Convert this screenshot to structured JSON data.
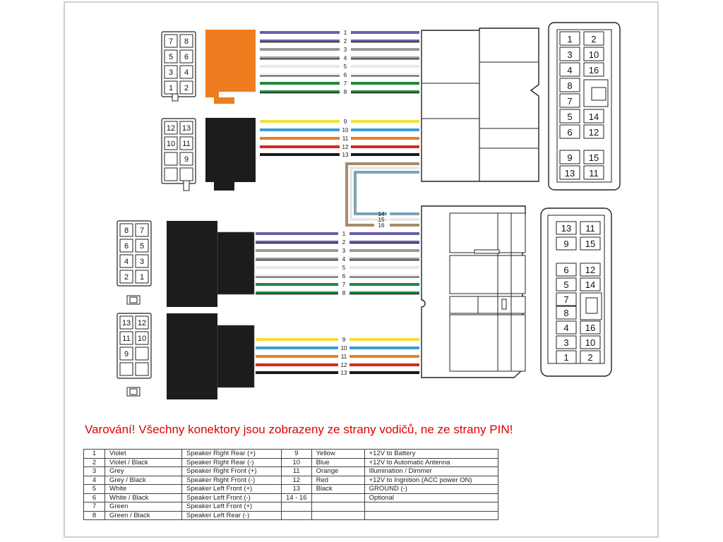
{
  "warning": "Varování! Všechny konektory jsou zobrazeny ze strany vodičů, ne ze strany PIN!",
  "colors": {
    "violet": "#6a5fa8",
    "grey": "#9a9a9a",
    "white": "#e8e8e8",
    "green": "#1e8a3c",
    "yellow": "#f5e03a",
    "blue": "#3a9ad9",
    "orange": "#ee7d1f",
    "red": "#d9281e",
    "black": "#1a1a1a",
    "brown": "#a88a6a",
    "steel": "#7ca3b8",
    "warning": "#e00000"
  },
  "connectors": {
    "iso_a_top": [
      [
        "7",
        "8"
      ],
      [
        "5",
        "6"
      ],
      [
        "3",
        "4"
      ],
      [
        "1",
        "2"
      ]
    ],
    "iso_b_top": [
      [
        "12",
        "13"
      ],
      [
        "10",
        "11"
      ],
      [
        "",
        "9"
      ],
      [
        "",
        ""
      ]
    ],
    "iso_a_bot": [
      [
        "8",
        "7"
      ],
      [
        "6",
        "5"
      ],
      [
        "4",
        "3"
      ],
      [
        "2",
        "1"
      ]
    ],
    "iso_b_bot": [
      [
        "13",
        "12"
      ],
      [
        "11",
        "10"
      ],
      [
        "9",
        ""
      ],
      [
        "",
        ""
      ]
    ],
    "radio_top": [
      [
        "1",
        "2"
      ],
      [
        "3",
        "10"
      ],
      [
        "4",
        "16"
      ],
      [
        "8",
        ""
      ],
      [
        "7",
        ""
      ],
      [
        "5",
        "14"
      ],
      [
        "6",
        "12"
      ],
      [
        "",
        ""
      ],
      [
        "9",
        "15"
      ],
      [
        "13",
        "11"
      ]
    ],
    "radio_bot": [
      [
        "13",
        "11"
      ],
      [
        "9",
        "15"
      ],
      [
        "",
        ""
      ],
      [
        "6",
        "12"
      ],
      [
        "5",
        "14"
      ],
      [
        "7",
        ""
      ],
      [
        "8",
        ""
      ],
      [
        "4",
        "16"
      ],
      [
        "3",
        "10"
      ],
      [
        "1",
        "2"
      ]
    ]
  },
  "wires_top": [
    "1",
    "2",
    "3",
    "4",
    "5",
    "6",
    "7",
    "8"
  ],
  "wires_top2": [
    "9",
    "10",
    "11",
    "12",
    "13"
  ],
  "wires_mid": [
    "14",
    "15",
    "16"
  ],
  "wires_bot": [
    "1",
    "2",
    "3",
    "4",
    "5",
    "6",
    "7",
    "8"
  ],
  "wires_bot2": [
    "9",
    "10",
    "11",
    "12",
    "13"
  ],
  "legend": [
    {
      "n1": "1",
      "c1": "Violet",
      "f1": "Speaker Right Rear (+)",
      "n2": "9",
      "c2": "Yellow",
      "f2": "+12V to Battery"
    },
    {
      "n1": "2",
      "c1": "Violet / Black",
      "f1": "Speaker Right Rear (-)",
      "n2": "10",
      "c2": "Blue",
      "f2": "+12V to Automatic Antenna"
    },
    {
      "n1": "3",
      "c1": "Grey",
      "f1": "Speaker Right Front (+)",
      "n2": "11",
      "c2": "Orange",
      "f2": "Illumination / Dimmer"
    },
    {
      "n1": "4",
      "c1": "Grey / Black",
      "f1": "Speaker Right Front (-)",
      "n2": "12",
      "c2": "Red",
      "f2": "+12V to Ingnition (ACC power ON)"
    },
    {
      "n1": "5",
      "c1": "White",
      "f1": "Speaker Left Front (+)",
      "n2": "13",
      "c2": "Black",
      "f2": "GROUND (-)"
    },
    {
      "n1": "6",
      "c1": "White / Black",
      "f1": "Speaker Left Front (-)",
      "n2": "14 - 16",
      "c2": "",
      "f2": "Optional"
    },
    {
      "n1": "7",
      "c1": "Green",
      "f1": "Speaker Left Front (+)",
      "n2": "",
      "c2": "",
      "f2": ""
    },
    {
      "n1": "8",
      "c1": "Green / Black",
      "f1": "Speaker Left Rear (-)",
      "n2": "",
      "c2": "",
      "f2": ""
    }
  ]
}
